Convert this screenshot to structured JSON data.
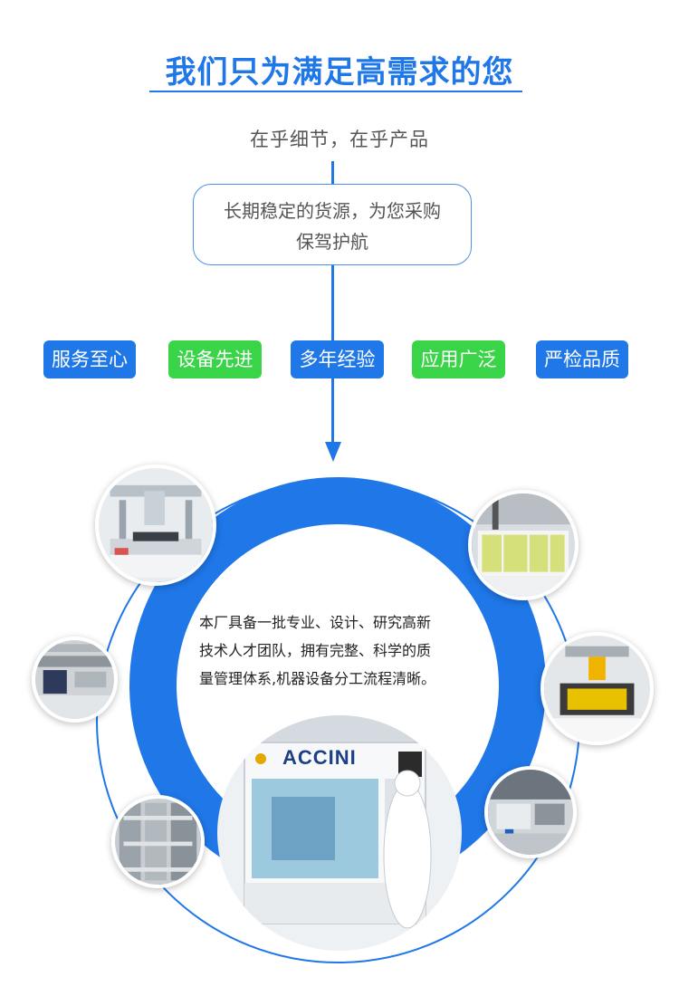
{
  "header": {
    "title": "我们只为满足高需求的您",
    "subtitle": "在乎细节，在乎产品"
  },
  "info_box": {
    "line1": "长期稳定的货源，为您采购",
    "line2": "保驾护航"
  },
  "tags": [
    {
      "label": "服务至心",
      "color": "#1f77e8"
    },
    {
      "label": "设备先进",
      "color": "#39d447"
    },
    {
      "label": "多年经验",
      "color": "#1f77e8"
    },
    {
      "label": "应用广泛",
      "color": "#39d447"
    },
    {
      "label": "严检品质",
      "color": "#1f77e8"
    }
  ],
  "center": {
    "line1": "本厂具备一批专业、设计、研究高新",
    "line2": "技术人才团队，拥有完整、科学的质",
    "line3": "量管理体系,机器设备分工流程清晰。"
  },
  "machine_brand": "ACCINI",
  "colors": {
    "accent_blue": "#1f77e8",
    "accent_green": "#39d447",
    "text_gray": "#555555"
  }
}
